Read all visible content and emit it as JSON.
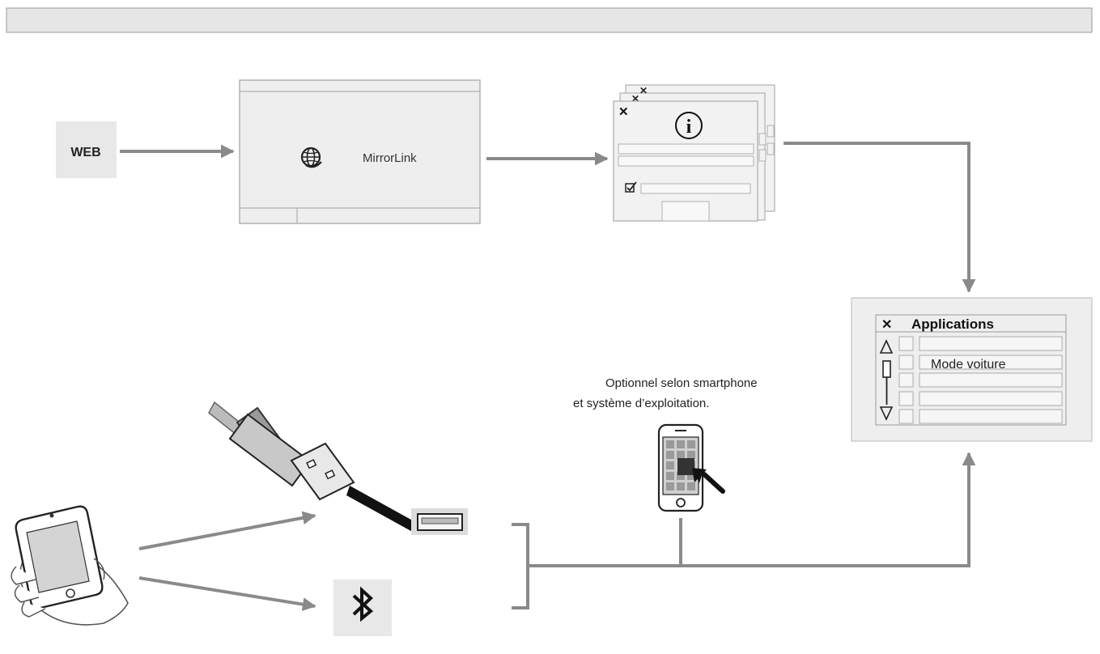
{
  "header_bar": {
    "text": ""
  },
  "web": {
    "label": "WEB"
  },
  "app_store_screen": {
    "brand": "MirrorLink"
  },
  "info_dialog": {
    "symbol": "i"
  },
  "applications_panel": {
    "title": "Applications",
    "highlighted_item": "Mode voiture"
  },
  "note": {
    "line1": "Optionnel selon smartphone",
    "line2": "et système d’exploitation."
  },
  "colors": {
    "arrow": "#8a8a8a",
    "panel_bg": "#eeeeee",
    "panel_border": "#b0b0b0",
    "header_bg": "#e6e6e6",
    "line": "#333333"
  },
  "icons": {
    "close": "close-icon",
    "info": "info-icon",
    "globe": "globe-icon",
    "bluetooth": "bluetooth-icon",
    "usb_cable": "usb-cable-icon",
    "usb_port": "usb-port-icon",
    "phone_in_hand": "phone-in-hand-icon",
    "phone_touch": "smartphone-touch-icon",
    "checkbox": "checkbox-icon",
    "scroll_up": "scroll-up-icon",
    "scroll_down": "scroll-down-icon"
  }
}
